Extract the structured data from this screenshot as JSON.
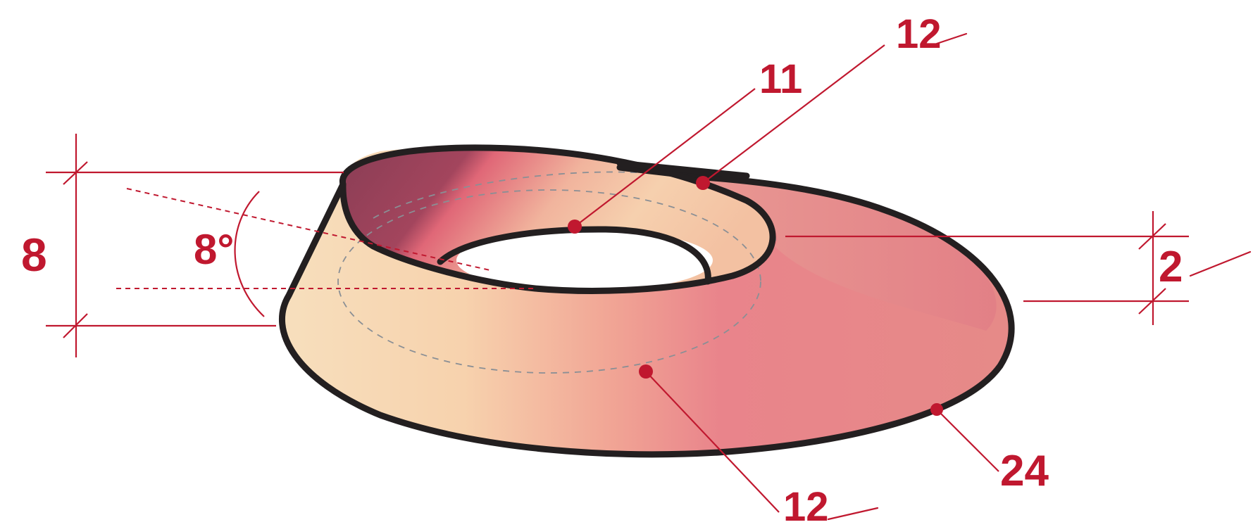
{
  "labels": {
    "height": "8",
    "angle": "8°",
    "thickness": "2",
    "inner": "11",
    "top_edge": "12",
    "mid": "12",
    "outer": "24"
  },
  "colors": {
    "dimension": "#c0182f",
    "outline": "#231f20",
    "face_light": "#f6d9b3",
    "face_pink": "#ea8b86",
    "face_dark": "#8c3e57"
  }
}
